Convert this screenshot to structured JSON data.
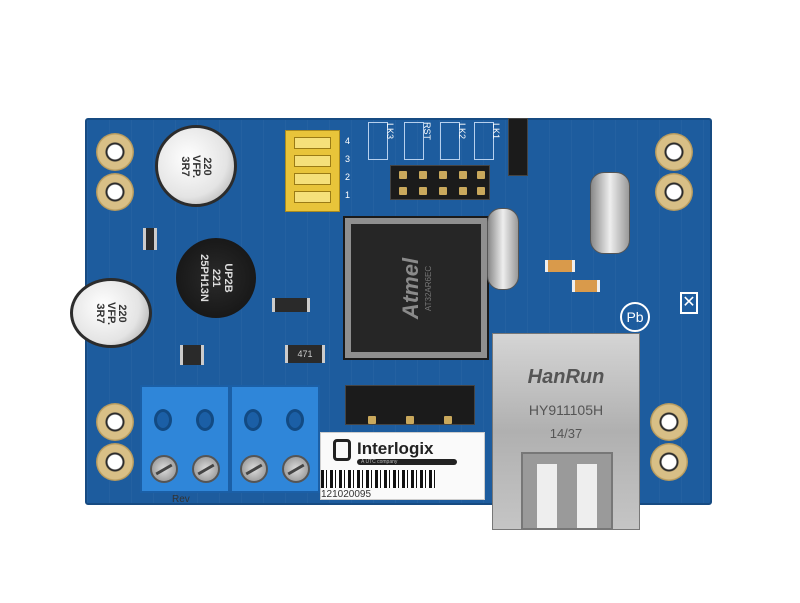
{
  "capacitors": [
    {
      "value": "220",
      "series": "VFP.",
      "code": "3R7"
    },
    {
      "value": "220",
      "series": "VFP.",
      "code": "3R7"
    }
  ],
  "inductor": {
    "line1": "UP2B",
    "line2": "221",
    "line3": "25PH13N"
  },
  "dip_switch": {
    "positions": [
      "1",
      "2",
      "3",
      "4"
    ]
  },
  "jumpers": [
    "LK3",
    "RST",
    "LK2",
    "LK1"
  ],
  "mcu": {
    "brand": "Atmel",
    "part": "AT32AR6EC"
  },
  "resistor": "471",
  "ethernet_jack": {
    "brand": "HanRun",
    "model": "HY911105H",
    "date": "14/37"
  },
  "sticker": {
    "brand": "Interlogix",
    "sub": "A UTC company",
    "serial": "121020095",
    "rev": "Rev"
  },
  "symbols": {
    "lead_free": "Pb"
  },
  "colors": {
    "board": "#1d5c9e",
    "terminal": "#2f86d9",
    "pads": "#d8bf86"
  }
}
